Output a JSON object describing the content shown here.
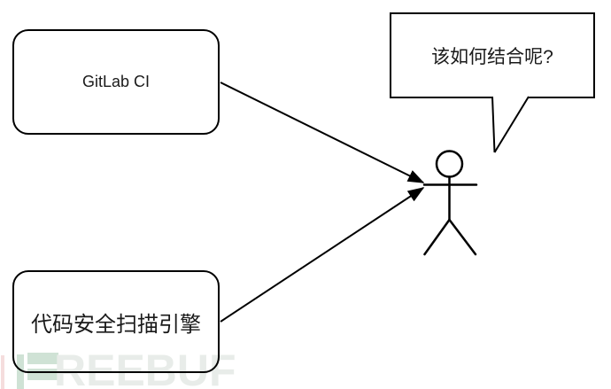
{
  "diagram": {
    "stroke_color": "#000000",
    "nodes": [
      {
        "id": "gitlab-ci",
        "label": "GitLab CI",
        "shape": "rounded-rect"
      },
      {
        "id": "scan-engine",
        "label": "代码安全扫描引擎",
        "shape": "rounded-rect"
      }
    ],
    "bubble": {
      "text": "该如何结合呢?",
      "speaker": "stick-figure"
    },
    "edges": [
      {
        "from": "GitLab CI",
        "to": "stick-figure",
        "style": "solid-line-filled-arrowhead"
      },
      {
        "from": "代码安全扫描引擎",
        "to": "stick-figure",
        "style": "solid-line-filled-arrowhead"
      }
    ]
  },
  "watermark": {
    "logo_text": "REEBUF",
    "icon_color": "#cfe2d5",
    "text_color": "#e8ece9",
    "accent_color": "#f5dddd"
  }
}
